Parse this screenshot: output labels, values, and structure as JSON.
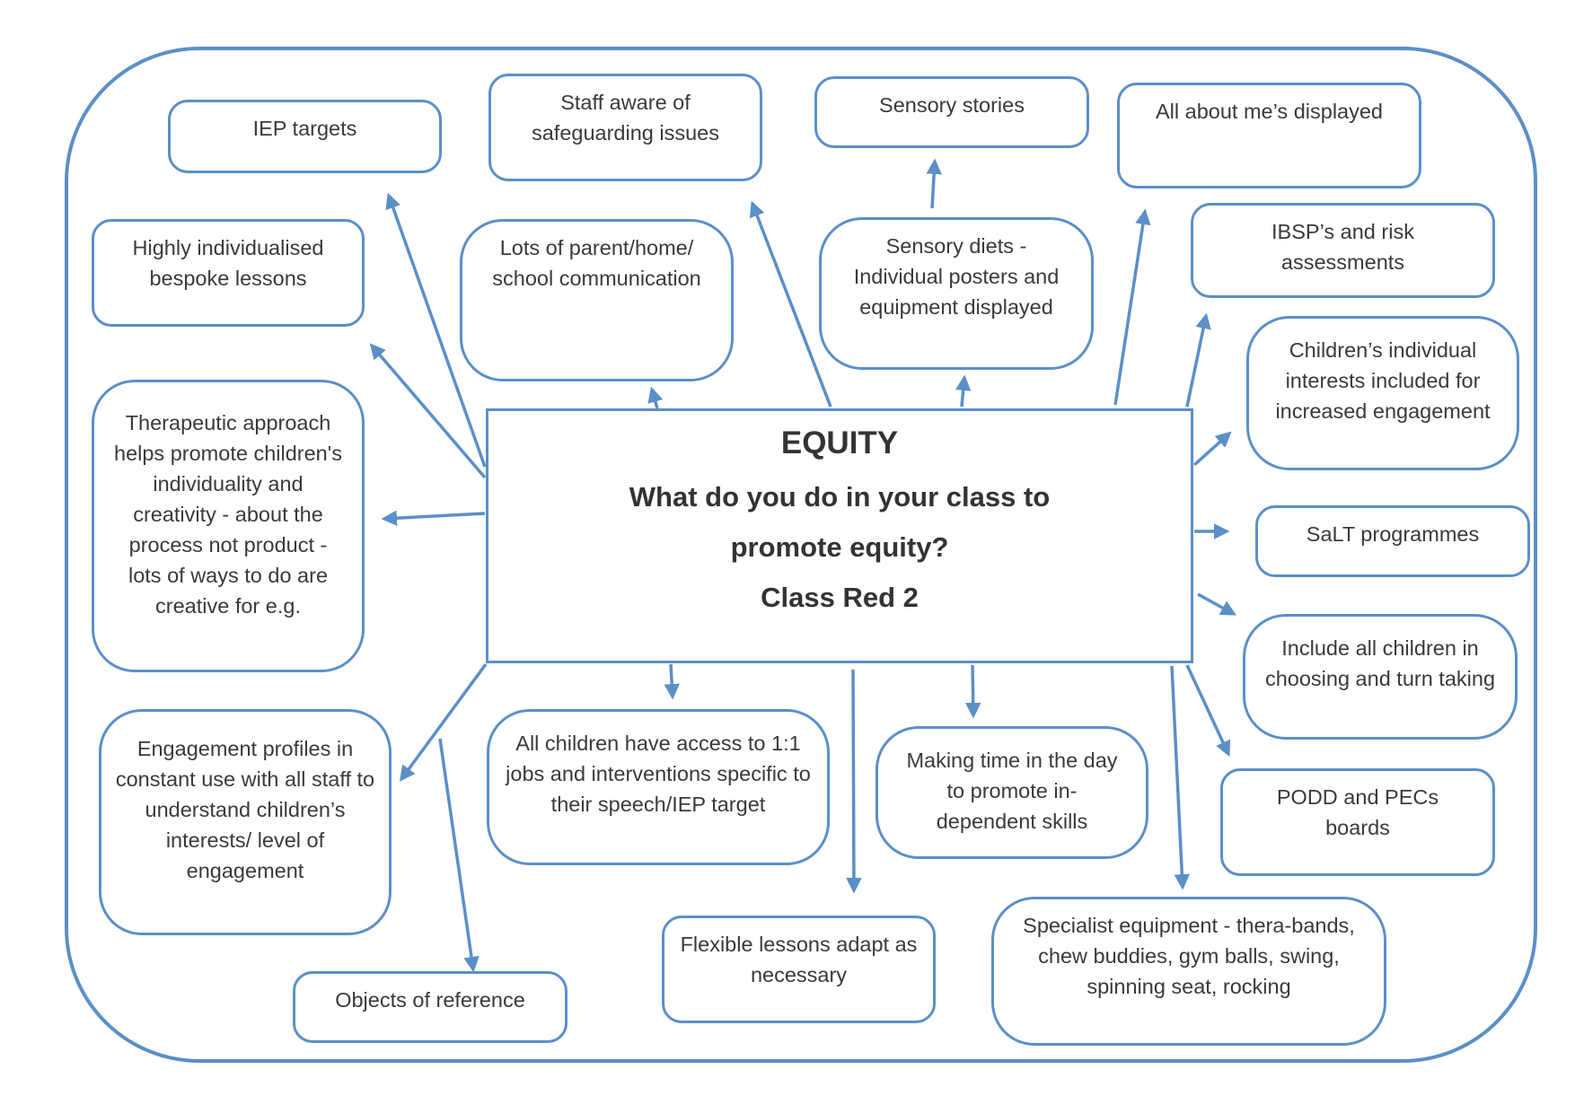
{
  "center": {
    "title": "EQUITY",
    "question_line1": "What do you do in your class to",
    "question_line2": "promote equity?",
    "class_name": "Class Red 2"
  },
  "nodes": {
    "iep_targets": "IEP targets",
    "staff_safeguarding": "Staff aware of safeguarding issues",
    "sensory_stories": "Sensory stories",
    "all_about_me": "All about me’s displayed",
    "bespoke_lessons": "Highly individualised bespoke lessons",
    "parent_communication": "Lots of parent/home/ school communication",
    "sensory_diets": "Sensory diets - Individual posters and equipment displayed",
    "ibsp_risk": "IBSP’s and risk assessments",
    "therapeutic_approach": "Therapeutic approach helps promote children's individuality and creativity - about the process not product - lots of ways to do are creative for e.g.",
    "childrens_interests": "Children’s individual interests included for increased engagement",
    "salt_programmes": "SaLT programmes",
    "include_all_children": "Include all children in choosing and turn taking",
    "engagement_profiles": "Engagement profiles in constant use with all staff to understand children’s interests/ level of engagement",
    "one_to_one_jobs": "All children have access to 1:1 jobs and interventions specific to their speech/IEP target",
    "independent_skills": "Making time in the day to promote in-dependent skills",
    "podd_pecs": "PODD and PECs boards",
    "objects_of_reference": "Objects of reference",
    "flexible_lessons": "Flexible lessons adapt as necessary",
    "specialist_equipment": "Specialist equipment - thera-bands, chew buddies, gym balls, swing, spinning seat, rocking"
  },
  "colors": {
    "stroke": "#5b8fc7",
    "text": "#3a3a3a"
  }
}
